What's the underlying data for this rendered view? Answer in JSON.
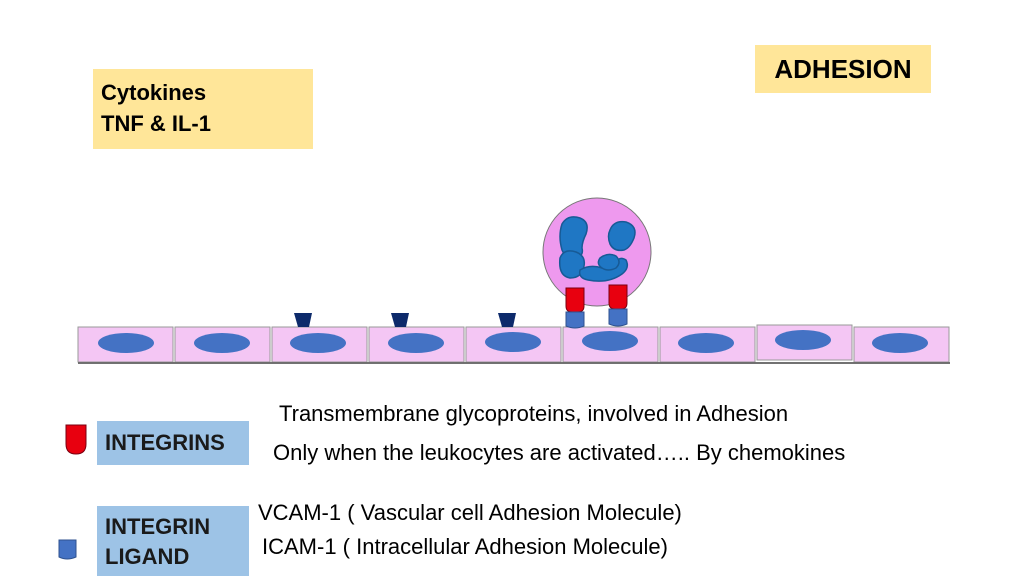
{
  "cytokines_label": {
    "line1": "Cytokines",
    "line2": "TNF & IL-1"
  },
  "stage_label": "ADHESION",
  "legend": {
    "integrins": {
      "label": "INTEGRINS",
      "description_1": "Transmembrane glycoproteins, involved in Adhesion",
      "description_2": "Only when the leukocytes are activated….. By chemokines"
    },
    "integrin_ligand": {
      "label_line1": "INTEGRIN",
      "label_line2": "LIGAND",
      "description_1": "VCAM-1 ( Vascular cell Adhesion Molecule)",
      "description_2": "ICAM-1 ( Intracellular Adhesion Molecule)"
    }
  },
  "colors": {
    "label_fill": "#ffe699",
    "key_fill": "#9dc3e6",
    "endothelium_fill": "#f4c6f4",
    "nucleus_fill": "#4472c4",
    "leukocyte_fill": "#ee99ee",
    "integrin_fill": "#e8000f",
    "ligand_fill": "#4472c4",
    "selectin_fill": "#0d2a6b"
  }
}
